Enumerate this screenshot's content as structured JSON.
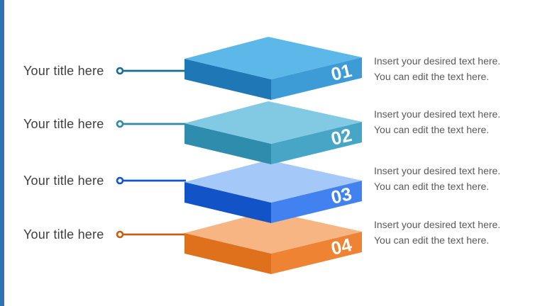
{
  "slide": {
    "accent_bar_color": "#2E74B6",
    "background_color": "#FFFFFF"
  },
  "palette": {
    "title_text_color": "#3E3E3E",
    "description_text_color": "#595959",
    "number_text_color": "#FFFFFF"
  },
  "rows": [
    {
      "number": "01",
      "title": "Your title here",
      "desc_line1": "Insert your desired text here.",
      "desc_line2": "You can edit the text here.",
      "colors": {
        "top": "#5CB8E8",
        "left": "#1E78B5",
        "right": "#3D9BD5",
        "connector": "#1B6D90"
      }
    },
    {
      "number": "02",
      "title": "Your title here",
      "desc_line1": "Insert your desired text here.",
      "desc_line2": "You can edit the text here.",
      "colors": {
        "top": "#82CAE3",
        "left": "#2E8CAD",
        "right": "#47A6C6",
        "connector": "#2F8A9F"
      }
    },
    {
      "number": "03",
      "title": "Your title here",
      "desc_line1": "Insert your desired text here.",
      "desc_line2": "You can edit the text here.",
      "colors": {
        "top": "#A4C8F7",
        "left": "#1254C8",
        "right": "#4282F0",
        "connector": "#0F55CB"
      }
    },
    {
      "number": "04",
      "title": "Your title here",
      "desc_line1": "Insert your desired text here.",
      "desc_line2": "You can edit the text here.",
      "colors": {
        "top": "#F6B583",
        "left": "#DF701C",
        "right": "#EE8433",
        "connector": "#C75E10"
      }
    }
  ]
}
